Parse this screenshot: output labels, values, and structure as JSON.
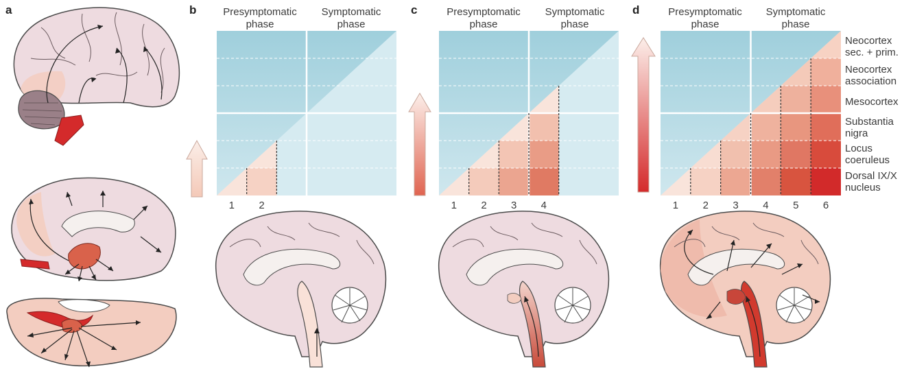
{
  "panels": {
    "a": {
      "letter": "a"
    },
    "b": {
      "letter": "b",
      "phase_pre": [
        "Presymptomatic",
        "phase"
      ],
      "phase_sym": [
        "Symptomatic",
        "phase"
      ],
      "stages": [
        "1",
        "2"
      ],
      "shaded_stages": 2
    },
    "c": {
      "letter": "c",
      "phase_pre": [
        "Presymptomatic",
        "phase"
      ],
      "phase_sym": [
        "Symptomatic",
        "phase"
      ],
      "stages": [
        "1",
        "2",
        "3",
        "4"
      ],
      "shaded_stages": 4
    },
    "d": {
      "letter": "d",
      "phase_pre": [
        "Presymptomatic",
        "phase"
      ],
      "phase_sym": [
        "Symptomatic",
        "phase"
      ],
      "stages": [
        "1",
        "2",
        "3",
        "4",
        "5",
        "6"
      ],
      "shaded_stages": 6
    }
  },
  "regions": [
    [
      "Neocortex",
      "sec. + prim."
    ],
    [
      "Neocortex",
      "association"
    ],
    [
      "Mesocortex"
    ],
    [
      "Substantia",
      "nigra"
    ],
    [
      "Locus",
      "coeruleus"
    ],
    [
      "Dorsal IX/X",
      "nucleus"
    ]
  ],
  "colors": {
    "blue_top": "#9fcfdc",
    "blue_mid": "#c8e4ec",
    "blue_light": "#d9ecf2",
    "pink_light": "#f9e1d8",
    "red_dark": "#d42a2b",
    "brain_fill": "#eedbe0",
    "brain_outline": "#4a4a4a"
  }
}
